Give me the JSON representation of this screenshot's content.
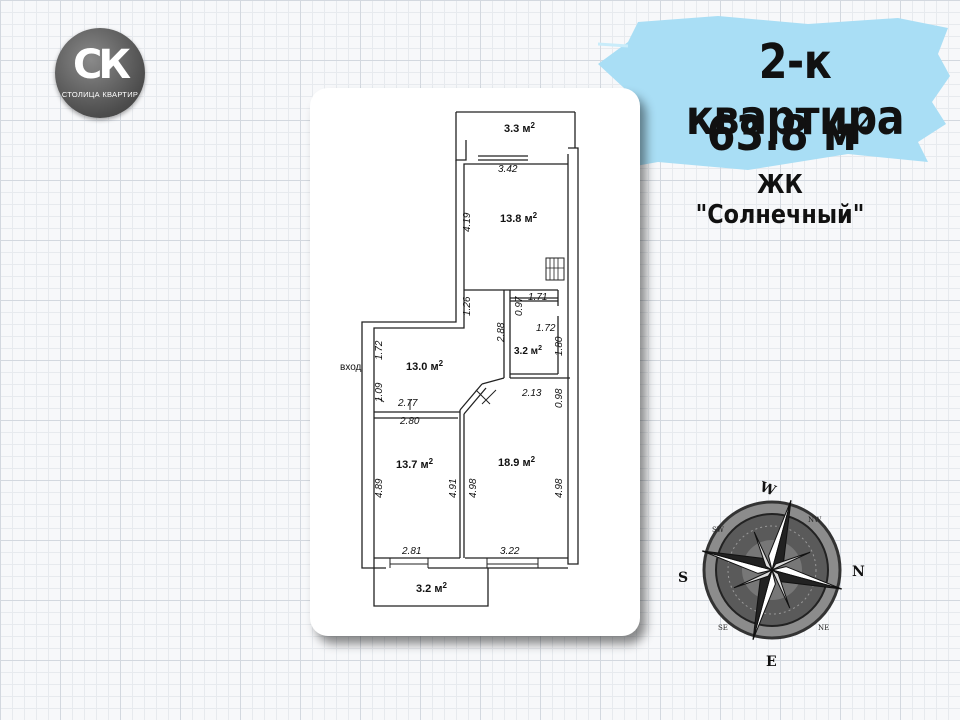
{
  "logo": {
    "mark": "СК",
    "caption": "СТОЛИЦА КВАРТИР"
  },
  "header": {
    "title": "2-к квартира",
    "area_value": "63.8 м",
    "area_unit_sup": "2",
    "complex": "ЖК \"Солнечный\""
  },
  "colors": {
    "accent_paint": "#a9def5",
    "text": "#111111",
    "logo_bg": "#5a5a5a"
  },
  "plan": {
    "entrance_label": "вход",
    "rooms": [
      {
        "name": "balcony-top",
        "area": "3.3 м",
        "sup": "2"
      },
      {
        "name": "room-north",
        "area": "13.8 м",
        "sup": "2"
      },
      {
        "name": "hallway",
        "area": "13.0 м",
        "sup": "2"
      },
      {
        "name": "bathroom",
        "area": "3.2 м",
        "sup": "2"
      },
      {
        "name": "room-southwest",
        "area": "13.7 м",
        "sup": "2"
      },
      {
        "name": "room-southeast",
        "area": "18.9 м",
        "sup": "2"
      },
      {
        "name": "balcony-bottom",
        "area": "3.2 м",
        "sup": "2"
      }
    ],
    "dimensions": {
      "d342": "3.42",
      "d419": "4.19",
      "d126": "1.26",
      "d171": "1.71",
      "d097": "0.97",
      "d172a": "1.72",
      "d180": "1.80",
      "d288": "2.88",
      "d172b": "1.72",
      "d109": "1.09",
      "d277": "2.77",
      "d280": "2.80",
      "d213": "2.13",
      "d098": "0.98",
      "d489": "4.89",
      "d491": "4.91",
      "d498a": "4.98",
      "d498b": "4.98",
      "d281": "2.81",
      "d322": "3.22"
    }
  },
  "compass": {
    "w": "W",
    "n": "N",
    "s": "S",
    "e": "E",
    "nw": "NW",
    "sw": "SW",
    "ne": "NE",
    "se": "SE"
  }
}
